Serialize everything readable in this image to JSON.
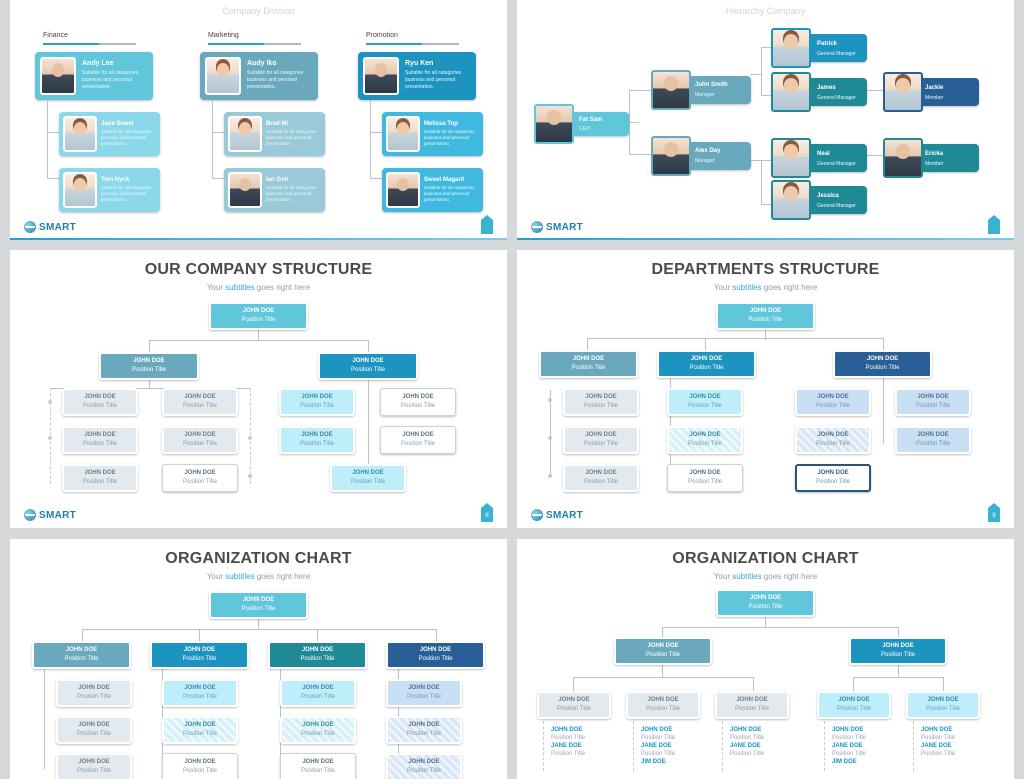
{
  "brand": "SMART",
  "slide1": {
    "ghost_title": "Company Division",
    "categories": [
      "Finance",
      "Marketing",
      "Promotion"
    ],
    "heads": [
      {
        "name": "Andy Lee",
        "desc": "Suitable for all categories business and personal presentation."
      },
      {
        "name": "Audy Iko",
        "desc": "Suitable for all categories business and personal presentation."
      },
      {
        "name": "Ryu Ken",
        "desc": "Suitable for all categories business and personal presentation."
      }
    ],
    "subs": [
      {
        "name": "Jane Sweet",
        "desc": "Suitable for all categories business and personal presentation."
      },
      {
        "name": "Tom Hyck",
        "desc": "Suitable for all categories business and personal presentation."
      },
      {
        "name": "Brad Mi",
        "desc": "Suitable for all categories business and personal presentation."
      },
      {
        "name": "Ian Goh",
        "desc": "Suitable for all categories business and personal presentation."
      },
      {
        "name": "Melissa Top",
        "desc": "Suitable for all categories business and personal presentation."
      },
      {
        "name": "Sweet Magarit",
        "desc": "Suitable for all categories business and personal presentation."
      }
    ]
  },
  "slide2": {
    "ghost_title": "Hierarchy Company",
    "ceo": {
      "name": "Fat Sam",
      "role": "CEO"
    },
    "managers": [
      {
        "name": "John Smith",
        "role": "Manager"
      },
      {
        "name": "Alex Day",
        "role": "Manager"
      }
    ],
    "gms": [
      {
        "name": "Patrick",
        "role": "General Manager"
      },
      {
        "name": "James",
        "role": "General Manager"
      },
      {
        "name": "Neal",
        "role": "General Manager"
      },
      {
        "name": "Jessica",
        "role": "General Manager"
      }
    ],
    "members": [
      {
        "name": "Jackie",
        "role": "Member"
      },
      {
        "name": "Ericka",
        "role": "Member"
      }
    ]
  },
  "slide3": {
    "title": "OUR COMPANY STRUCTURE",
    "subtitle_pre": "Your ",
    "subtitle_hl": "subtitles",
    "subtitle_post": " goes right here",
    "page": "8"
  },
  "slide4": {
    "title": "DEPARTMENTS STRUCTURE",
    "subtitle_pre": "Your ",
    "subtitle_hl": "subtitles",
    "subtitle_post": " goes right here",
    "page": "9"
  },
  "slide5": {
    "title": "ORGANIZATION CHART",
    "subtitle_pre": "Your ",
    "subtitle_hl": "subtitles",
    "subtitle_post": " goes right here"
  },
  "slide6": {
    "title": "ORGANIZATION CHART",
    "subtitle_pre": "Your ",
    "subtitle_hl": "subtitles",
    "subtitle_post": " goes right here",
    "tree_names": [
      "JOHN DOE",
      "JANE DOE",
      "JIM DOE"
    ]
  },
  "node": {
    "name": "JOHN DOE",
    "position_upper": "Position Title",
    "position": "Position Title"
  }
}
